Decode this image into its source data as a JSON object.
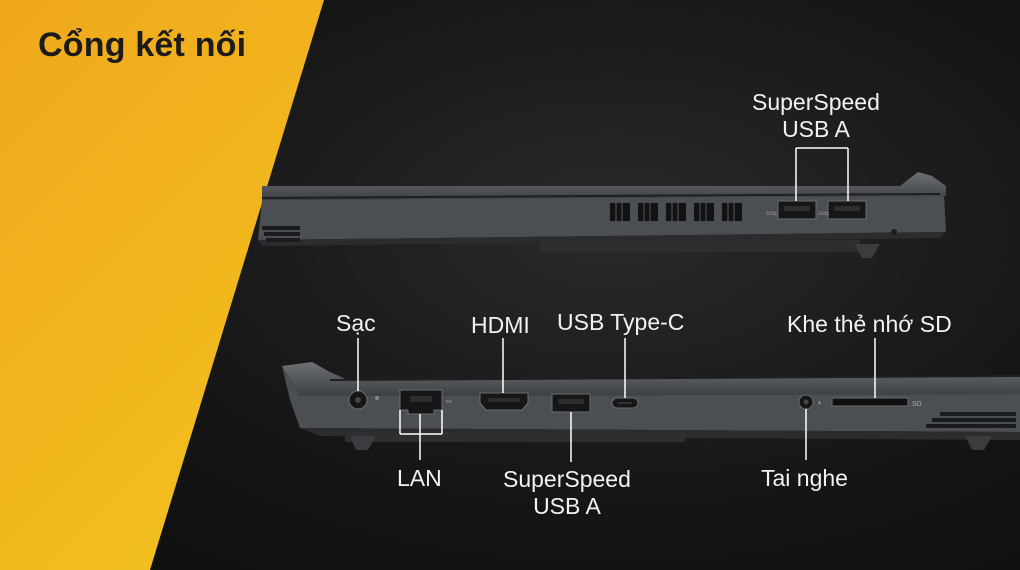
{
  "title": "Cổng kết nối",
  "top_view": {
    "usb_a_label_line1": "SuperSpeed",
    "usb_a_label_line2": "USB A"
  },
  "side_view": {
    "charge_label": "Sạc",
    "hdmi_label": "HDMI",
    "usb_c_label": "USB Type-C",
    "sd_label": "Khe thẻ nhớ SD",
    "sd_port_text": "SD",
    "lan_label": "LAN",
    "usb_a_label_line1": "SuperSpeed",
    "usb_a_label_line2": "USB A",
    "headphone_label": "Tai nghe"
  },
  "colors": {
    "accent_yellow": "#f5c518",
    "background_dark": "#161616",
    "laptop_body": "#55585c",
    "label_text": "#f2f2f2"
  }
}
